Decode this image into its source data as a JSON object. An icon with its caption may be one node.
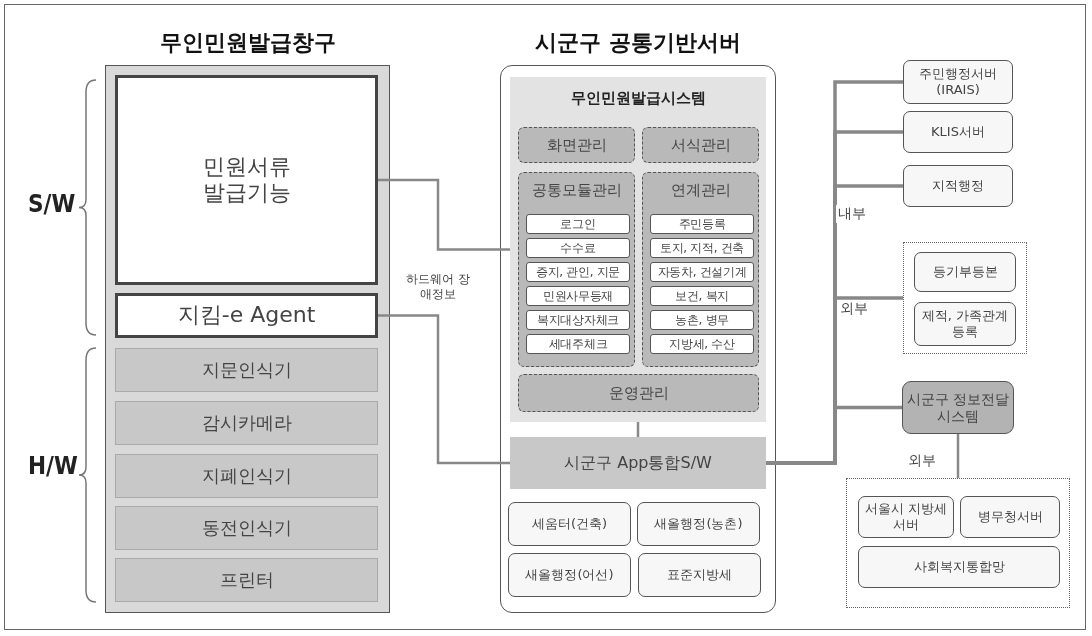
{
  "diagram": {
    "nodes": [
      {
        "text": [
          "무인민원발급창구"
        ]
      },
      {
        "text": [
          "민원서류 발급기능"
        ],
        "in": 0
      },
      {
        "text": [
          "지킴-e Agent"
        ],
        "in": 0
      },
      {
        "text": [
          "지문인식기"
        ],
        "in": 0
      },
      {
        "text": [
          "감시카메라"
        ],
        "in": 0
      },
      {
        "text": [
          "지폐인식기"
        ],
        "in": 0
      },
      {
        "text": [
          "동전인식기"
        ],
        "in": 0
      },
      {
        "text": [
          "프린터"
        ],
        "in": 0
      },
      {
        "text": [
          "시군구 공통기반서버"
        ]
      },
      {
        "text": [
          "무인민원발급시스템"
        ],
        "in": 8
      },
      {
        "text": [
          "화면관리"
        ],
        "in": 9
      },
      {
        "text": [
          "서식관리"
        ],
        "in": 9
      },
      {
        "text": [
          "공통모듈관리"
        ],
        "in": 9
      },
      {
        "text": [
          "로그인"
        ],
        "in": 12
      },
      {
        "text": [
          "수수료"
        ],
        "in": 12
      },
      {
        "text": [
          "증지, 관인, 지문"
        ],
        "in": 12
      },
      {
        "text": [
          "민원사무등재"
        ],
        "in": 12
      },
      {
        "text": [
          "복지대상자체크"
        ],
        "in": 12
      },
      {
        "text": [
          "세대주체크"
        ],
        "in": 12
      },
      {
        "text": [
          "연계관리"
        ],
        "in": 9
      },
      {
        "text": [
          "주민등록"
        ],
        "in": 19
      },
      {
        "text": [
          "토지, 지적, 건축"
        ],
        "in": 19
      },
      {
        "text": [
          "자동차, 건설기계"
        ],
        "in": 19
      },
      {
        "text": [
          "보건, 복지"
        ],
        "in": 19
      },
      {
        "text": [
          "농촌, 병무"
        ],
        "in": 19
      },
      {
        "text": [
          "지방세, 수산"
        ],
        "in": 19
      },
      {
        "text": [
          "운영관리"
        ],
        "in": 9
      },
      {
        "text": [
          "시군구 App통합S/W"
        ],
        "in": 8
      },
      {
        "text": [
          "세움터(건축)"
        ],
        "in": 8
      },
      {
        "text": [
          "새올행정(농촌)"
        ],
        "in": 8
      },
      {
        "text": [
          "새올행정(어선)"
        ],
        "in": 8
      },
      {
        "text": [
          "표준지방세"
        ],
        "in": 8
      },
      {
        "text": [
          "주민행정서버 (IRAIS)"
        ]
      },
      {
        "text": [
          "KLIS서버"
        ]
      },
      {
        "text": [
          "지적행정"
        ]
      },
      {
        "text": [],
        "shape": "box"
      },
      {
        "text": [
          "등기부등본"
        ],
        "in": 35
      },
      {
        "text": [
          "제적, 가족관계등록"
        ],
        "in": 35
      },
      {
        "text": [
          "시군구 정보전달시스템"
        ]
      },
      {
        "text": [],
        "shape": "box"
      },
      {
        "text": [
          "서울시 지방세서버"
        ],
        "in": 39
      },
      {
        "text": [
          "병무청서버"
        ],
        "in": 39
      },
      {
        "text": [
          "사회복지통합망"
        ],
        "in": 39
      }
    ],
    "edges": [
      {
        "from": 1,
        "to": 9,
        "arrow": "none"
      },
      {
        "from": 2,
        "to": 27,
        "arrow": "none",
        "label": "하드웨어 장애정보"
      },
      {
        "from": 9,
        "to": 27,
        "arrow": "none"
      },
      {
        "from": 27,
        "to": 32,
        "arrow": "none"
      },
      {
        "from": 27,
        "to": 33,
        "arrow": "none"
      },
      {
        "from": 27,
        "to": 34,
        "arrow": "none",
        "label": "내부"
      },
      {
        "from": 27,
        "to": 35,
        "arrow": "none",
        "label": "외부"
      },
      {
        "from": 27,
        "to": 38,
        "arrow": "none"
      },
      {
        "from": 38,
        "to": 39,
        "arrow": "none",
        "label": "외부"
      }
    ],
    "labels": [
      "S/W",
      "H/W"
    ]
  }
}
